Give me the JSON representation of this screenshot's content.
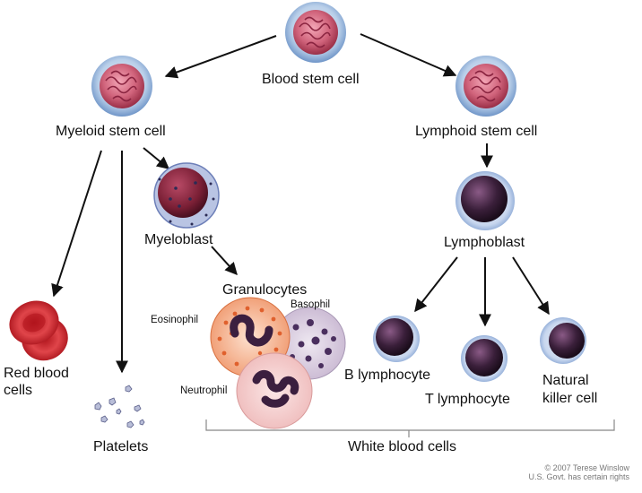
{
  "labels": {
    "blood_stem_cell": "Blood stem cell",
    "myeloid_stem_cell": "Myeloid stem cell",
    "lymphoid_stem_cell": "Lymphoid stem cell",
    "myeloblast": "Myeloblast",
    "lymphoblast": "Lymphoblast",
    "granulocytes": "Granulocytes",
    "eosinophil": "Eosinophil",
    "basophil": "Basophil",
    "neutrophil": "Neutrophil",
    "red_blood_cells_line1": "Red blood",
    "red_blood_cells_line2": "cells",
    "platelets": "Platelets",
    "b_lymphocyte": "B lymphocyte",
    "t_lymphocyte": "T lymphocyte",
    "natural_killer_line1": "Natural",
    "natural_killer_line2": "killer cell",
    "white_blood_cells": "White blood cells"
  },
  "credit": {
    "line1": "© 2007 Terese Winslow",
    "line2": "U.S. Govt. has certain rights"
  },
  "colors": {
    "stem_nucleus": "#c8506a",
    "stem_halo": "#7fa6d6",
    "myeloblast_nucleus": "#7a1f35",
    "lymph_nucleus": "#3a1f3a",
    "rbc": "#c8202a",
    "arrow": "#111111"
  }
}
